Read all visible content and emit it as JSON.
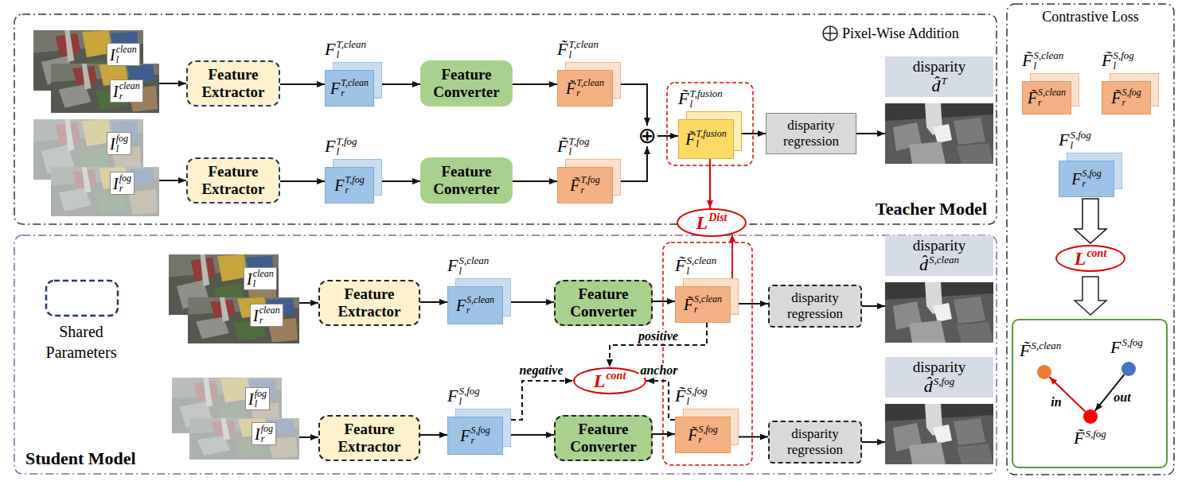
{
  "diagram": {
    "nodes": [
      {
        "text": [
          "Teacher Model"
        ]
      },
      {
        "text": [
          "Student Model"
        ]
      },
      {
        "text": [
          "Contrastive Loss"
        ]
      },
      {
        "text": [
          "I",
          "l",
          "clean",
          "I",
          "r",
          "clean"
        ],
        "in": 0
      },
      {
        "text": [
          "Feature Extractor"
        ],
        "in": 0
      },
      {
        "text": [
          "F",
          "l",
          "T,clean",
          "F",
          "r",
          "T,clean"
        ],
        "in": 0
      },
      {
        "text": [
          "Feature Converter"
        ],
        "in": 0
      },
      {
        "text": [
          "F̃",
          "l",
          "T,clean",
          "F̃",
          "r",
          "T,clean"
        ],
        "in": 0
      },
      {
        "text": [
          "⊕"
        ],
        "in": 0
      },
      {
        "text": [
          "F̃",
          "l",
          "T,fusion",
          "F̃",
          "l",
          "T,fusion"
        ],
        "in": 0
      },
      {
        "text": [
          "disparity regression"
        ],
        "in": 0
      },
      {
        "text": [
          "disparity",
          "d̂",
          "T"
        ],
        "in": 0
      },
      {
        "text": [
          "I",
          "l",
          "fog",
          "I",
          "r",
          "fog"
        ],
        "in": 0
      },
      {
        "text": [
          "Feature Extractor"
        ],
        "in": 0
      },
      {
        "text": [
          "F",
          "l",
          "T,fog",
          "F",
          "r",
          "T,fog"
        ],
        "in": 0
      },
      {
        "text": [
          "Feature Converter"
        ],
        "in": 0
      },
      {
        "text": [
          "F̃",
          "l",
          "T,fog",
          "F̃",
          "r",
          "T,fog"
        ],
        "in": 0
      },
      {
        "text": [
          "L",
          "Dist"
        ]
      },
      {
        "text": [
          "I",
          "l",
          "clean",
          "I",
          "r",
          "clean"
        ],
        "in": 1
      },
      {
        "text": [
          "Feature Extractor"
        ],
        "in": 1
      },
      {
        "text": [
          "F",
          "l",
          "S,clean",
          "F",
          "r",
          "S,clean"
        ],
        "in": 1
      },
      {
        "text": [
          "Feature Converter"
        ],
        "in": 1
      },
      {
        "text": [
          "F̃",
          "l",
          "S,clean",
          "F̃",
          "r",
          "S,clean"
        ],
        "in": 1
      },
      {
        "text": [
          "disparity regression"
        ],
        "in": 1
      },
      {
        "text": [
          "disparity",
          "d̂",
          "S,clean"
        ],
        "in": 1
      },
      {
        "text": [
          "L",
          "cont"
        ],
        "in": 1
      },
      {
        "text": [
          "I",
          "l",
          "fog",
          "I",
          "r",
          "fog"
        ],
        "in": 1
      },
      {
        "text": [
          "Feature Extractor"
        ],
        "in": 1
      },
      {
        "text": [
          "F",
          "l",
          "S,fog",
          "F",
          "r",
          "S,fog"
        ],
        "in": 1
      },
      {
        "text": [
          "Feature Converter"
        ],
        "in": 1
      },
      {
        "text": [
          "F̃",
          "l",
          "S,fog",
          "F̃",
          "r",
          "S,fog"
        ],
        "in": 1
      },
      {
        "text": [
          "disparity regression"
        ],
        "in": 1
      },
      {
        "text": [
          "disparity",
          "d̂",
          "S,fog"
        ],
        "in": 1
      },
      {
        "text": [
          "F̃",
          "l",
          "S,clean",
          "F̃",
          "r",
          "S,clean"
        ],
        "in": 2
      },
      {
        "text": [
          "F̃",
          "l",
          "S,fog",
          "F̃",
          "r",
          "S,fog"
        ],
        "in": 2
      },
      {
        "text": [
          "F",
          "l",
          "S,fog",
          "F",
          "r",
          "S,fog"
        ],
        "in": 2
      },
      {
        "text": [
          "L",
          "cont"
        ],
        "in": 2
      },
      {
        "text": [
          "F̃",
          "S,clean"
        ],
        "in": 2
      },
      {
        "text": [
          "F",
          "S,fog"
        ],
        "in": 2
      },
      {
        "text": [
          "F̃",
          "S,fog"
        ],
        "in": 2
      }
    ],
    "edges": [
      {
        "from": 3,
        "to": 4,
        "arrow": "to"
      },
      {
        "from": 4,
        "to": 5,
        "arrow": "to"
      },
      {
        "from": 5,
        "to": 6,
        "arrow": "to"
      },
      {
        "from": 6,
        "to": 7,
        "arrow": "to"
      },
      {
        "from": 7,
        "to": 8,
        "arrow": "to"
      },
      {
        "from": 8,
        "to": 9,
        "arrow": "to"
      },
      {
        "from": 9,
        "to": 10,
        "arrow": "to"
      },
      {
        "from": 10,
        "to": 11,
        "arrow": "to"
      },
      {
        "from": 12,
        "to": 13,
        "arrow": "to"
      },
      {
        "from": 13,
        "to": 14,
        "arrow": "to"
      },
      {
        "from": 14,
        "to": 15,
        "arrow": "to"
      },
      {
        "from": 15,
        "to": 16,
        "arrow": "to"
      },
      {
        "from": 16,
        "to": 8,
        "arrow": "to"
      },
      {
        "from": 9,
        "to": 17,
        "arrow": "to"
      },
      {
        "from": 22,
        "to": 17,
        "arrow": "to"
      },
      {
        "from": 18,
        "to": 19,
        "arrow": "to"
      },
      {
        "from": 19,
        "to": 20,
        "arrow": "to"
      },
      {
        "from": 20,
        "to": 21,
        "arrow": "to"
      },
      {
        "from": 21,
        "to": 22,
        "arrow": "to"
      },
      {
        "from": 22,
        "to": 23,
        "arrow": "to"
      },
      {
        "from": 23,
        "to": 24,
        "arrow": "to"
      },
      {
        "from": 26,
        "to": 27,
        "arrow": "to"
      },
      {
        "from": 27,
        "to": 28,
        "arrow": "to"
      },
      {
        "from": 28,
        "to": 29,
        "arrow": "to"
      },
      {
        "from": 29,
        "to": 30,
        "arrow": "to"
      },
      {
        "from": 30,
        "to": 31,
        "arrow": "to"
      },
      {
        "from": 31,
        "to": 32,
        "arrow": "to"
      },
      {
        "from": 22,
        "to": 25,
        "label": "positive",
        "arrow": "to"
      },
      {
        "from": 28,
        "to": 25,
        "label": "negative",
        "arrow": "to"
      },
      {
        "from": 30,
        "to": 25,
        "label": "anchor",
        "arrow": "to"
      },
      {
        "from": 35,
        "to": 36,
        "arrow": "to"
      },
      {
        "from": 39,
        "to": 37,
        "label": "in",
        "arrow": "to"
      },
      {
        "from": 38,
        "to": 39,
        "label": "out",
        "arrow": "to"
      }
    ],
    "legend": [
      {
        "text": "Pixel-Wise Addition"
      },
      {
        "text": "Shared Parameters"
      }
    ]
  }
}
